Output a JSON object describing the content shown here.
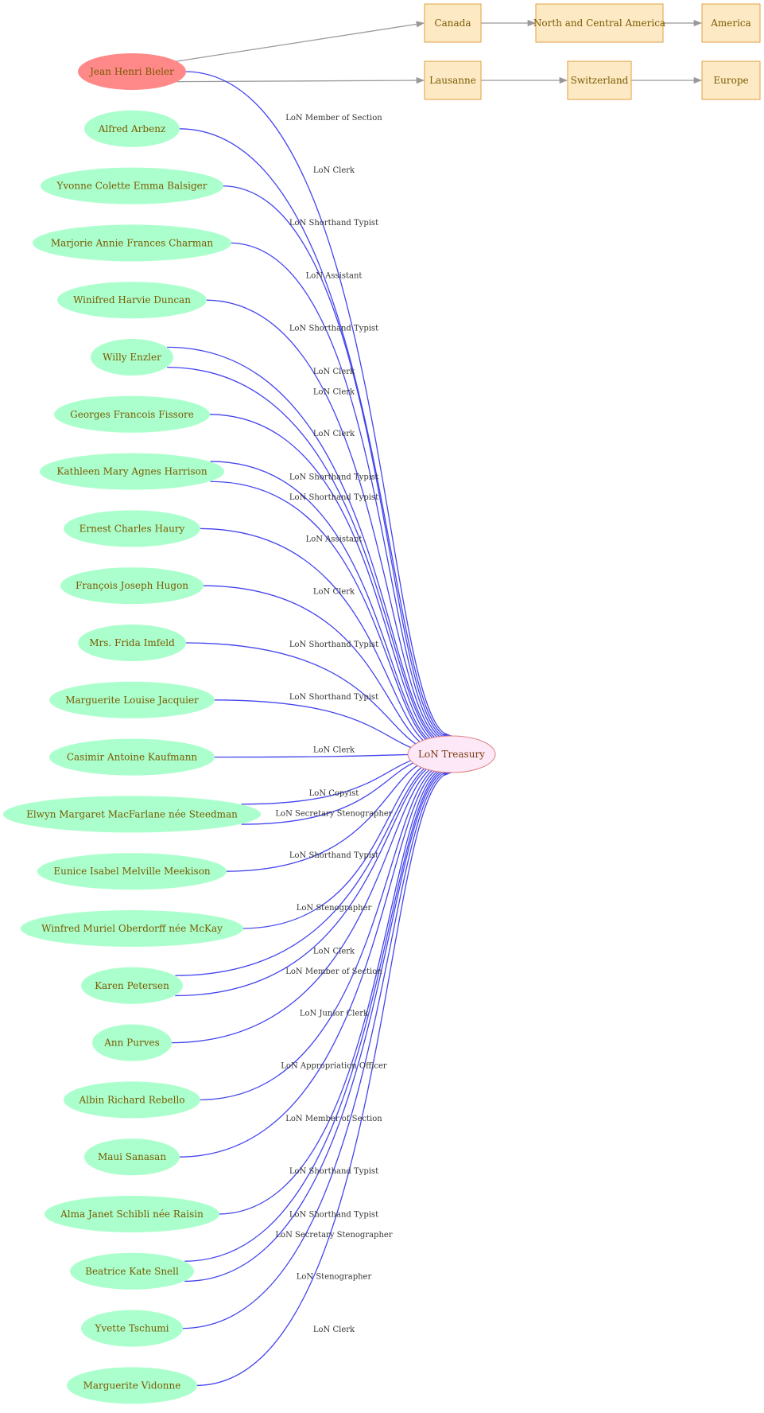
{
  "colors": {
    "subject_fill": "#ff8888",
    "person_fill": "#aaffcc",
    "place_fill": "#fdeac5",
    "place_stroke": "#e0a040",
    "org_fill": "#fde8f8",
    "org_stroke": "#e08080",
    "edge_blue": "#4444ee",
    "edge_gray": "#999999",
    "node_text": "#7a5a00"
  },
  "subject": {
    "id": "bieler",
    "label": "Jean Henri Bieler"
  },
  "organization": {
    "id": "treasury",
    "label": "LoN Treasury"
  },
  "places": [
    {
      "id": "canada",
      "label": "Canada"
    },
    {
      "id": "nca",
      "label": "North and Central America"
    },
    {
      "id": "america",
      "label": "America"
    },
    {
      "id": "lausanne",
      "label": "Lausanne"
    },
    {
      "id": "switzerland",
      "label": "Switzerland"
    },
    {
      "id": "europe",
      "label": "Europe"
    }
  ],
  "place_links": [
    {
      "from": "bieler",
      "to": "canada"
    },
    {
      "from": "canada",
      "to": "nca"
    },
    {
      "from": "nca",
      "to": "america"
    },
    {
      "from": "bieler",
      "to": "lausanne"
    },
    {
      "from": "lausanne",
      "to": "switzerland"
    },
    {
      "from": "switzerland",
      "to": "europe"
    }
  ],
  "people": [
    {
      "id": "bieler",
      "label": "Jean Henri Bieler",
      "roles": [
        "LoN Member of Section"
      ]
    },
    {
      "id": "arbenz",
      "label": "Alfred Arbenz",
      "roles": [
        "LoN Clerk"
      ]
    },
    {
      "id": "balsiger",
      "label": "Yvonne Colette Emma Balsiger",
      "roles": [
        "LoN Shorthand Typist"
      ]
    },
    {
      "id": "charman",
      "label": "Marjorie Annie Frances Charman",
      "roles": [
        "LoN Assistant"
      ]
    },
    {
      "id": "duncan",
      "label": "Winifred Harvie Duncan",
      "roles": [
        "LoN Shorthand Typist"
      ]
    },
    {
      "id": "enzler",
      "label": "Willy Enzler",
      "roles": [
        "LoN Clerk",
        "LoN Clerk"
      ]
    },
    {
      "id": "fissore",
      "label": "Georges Francois  Fissore",
      "roles": [
        "LoN Clerk"
      ]
    },
    {
      "id": "harrison",
      "label": "Kathleen Mary Agnes Harrison",
      "roles": [
        "LoN Shorthand Typist",
        "LoN Shorthand Typist"
      ]
    },
    {
      "id": "haury",
      "label": "Ernest Charles Haury",
      "roles": [
        "LoN Assistant"
      ]
    },
    {
      "id": "hugon",
      "label": "François Joseph Hugon",
      "roles": [
        "LoN Clerk"
      ]
    },
    {
      "id": "imfeld",
      "label": "Mrs. Frida Imfeld",
      "roles": [
        "LoN Shorthand Typist"
      ]
    },
    {
      "id": "jacquier",
      "label": "Marguerite Louise Jacquier",
      "roles": [
        "LoN Shorthand Typist"
      ]
    },
    {
      "id": "kaufmann",
      "label": "Casimir Antoine Kaufmann",
      "roles": [
        "LoN Clerk"
      ]
    },
    {
      "id": "macfarlane",
      "label": "Elwyn Margaret MacFarlane née Steedman",
      "roles": [
        "LoN Copyist",
        "LoN Secretary Stenographer"
      ]
    },
    {
      "id": "meekison",
      "label": "Eunice Isabel Melville Meekison",
      "roles": [
        "LoN Shorthand Typist"
      ]
    },
    {
      "id": "oberdorff",
      "label": "Winfred Muriel Oberdorff née McKay",
      "roles": [
        "LoN Stenographer"
      ]
    },
    {
      "id": "petersen",
      "label": "Karen Petersen",
      "roles": [
        "LoN Clerk",
        "LoN Member of Section"
      ]
    },
    {
      "id": "purves",
      "label": "Ann Purves",
      "roles": [
        "LoN Junior Clerk"
      ]
    },
    {
      "id": "rebello",
      "label": "Albin Richard Rebello",
      "roles": [
        "LoN Appropriation Officer"
      ]
    },
    {
      "id": "sanasan",
      "label": "Maui Sanasan",
      "roles": [
        "LoN Member of Section"
      ]
    },
    {
      "id": "schibli",
      "label": "Alma Janet Schibli née Raisin",
      "roles": [
        "LoN Shorthand Typist"
      ]
    },
    {
      "id": "snell",
      "label": "Beatrice Kate Snell",
      "roles": [
        "LoN Shorthand Typist",
        "LoN Secretary Stenographer"
      ]
    },
    {
      "id": "tschumi",
      "label": "Yvette Tschumi",
      "roles": [
        "LoN Stenographer"
      ]
    },
    {
      "id": "vidonne",
      "label": "Marguerite Vidonne",
      "roles": [
        "LoN Clerk"
      ]
    }
  ]
}
